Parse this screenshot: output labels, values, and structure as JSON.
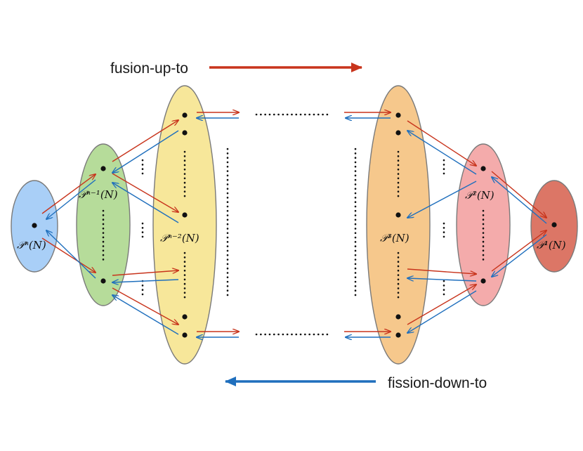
{
  "title_top": "fusion-up-to",
  "title_bottom": "fission-down-to",
  "colors": {
    "fusion_arrow": "#c8341c",
    "fission_arrow": "#1f6fbd",
    "set_n": "#a9cff7",
    "set_n_minus_1": "#b6dc9a",
    "set_n_minus_2": "#f7e79a",
    "set_3": "#f6c88c",
    "set_2": "#f4abab",
    "set_1": "#dc7666"
  },
  "sets": [
    {
      "id": "n",
      "label": "𝒫ⁿ(N)"
    },
    {
      "id": "n_minus_1",
      "label": "𝒫ⁿ⁻¹(N)"
    },
    {
      "id": "n_minus_2",
      "label": "𝒫ⁿ⁻²(N)"
    },
    {
      "id": "three",
      "label": "𝒫³(N)"
    },
    {
      "id": "two",
      "label": "𝒫²(N)"
    },
    {
      "id": "one",
      "label": "𝒫¹(N)"
    }
  ]
}
